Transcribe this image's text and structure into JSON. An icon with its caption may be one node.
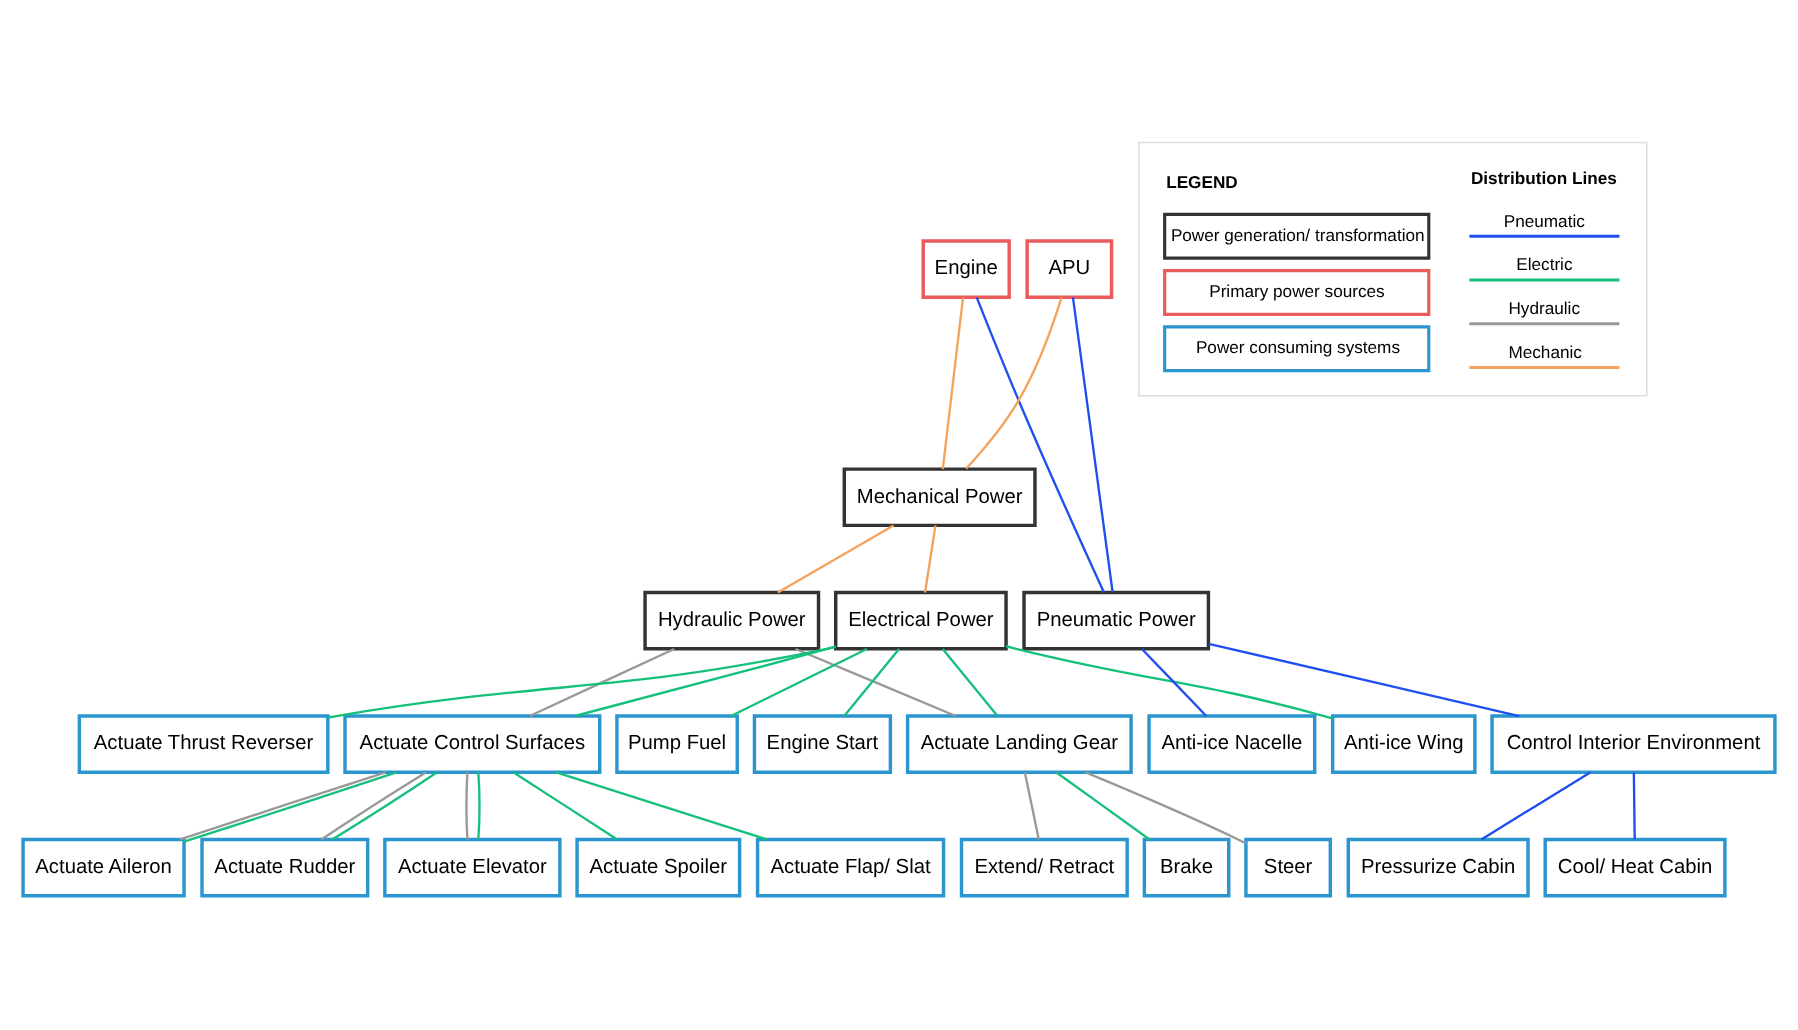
{
  "diagram": {
    "nodes": [
      {
        "text": [
          "Engine"
        ]
      },
      {
        "text": [
          "APU"
        ]
      },
      {
        "text": [
          "Mechanical Power"
        ]
      },
      {
        "text": [
          "Hydraulic Power"
        ]
      },
      {
        "text": [
          "Electrical Power"
        ]
      },
      {
        "text": [
          "Pneumatic Power"
        ]
      },
      {
        "text": [
          "Actuate Thrust Reverser"
        ]
      },
      {
        "text": [
          "Actuate Control Surfaces"
        ]
      },
      {
        "text": [
          "Pump Fuel"
        ]
      },
      {
        "text": [
          "Engine Start"
        ]
      },
      {
        "text": [
          "Actuate Landing Gear"
        ]
      },
      {
        "text": [
          "Anti-ice Nacelle"
        ]
      },
      {
        "text": [
          "Anti-ice Wing"
        ]
      },
      {
        "text": [
          "Control Interior Environment"
        ]
      },
      {
        "text": [
          "Actuate Aileron"
        ]
      },
      {
        "text": [
          "Actuate Rudder"
        ]
      },
      {
        "text": [
          "Actuate Elevator"
        ]
      },
      {
        "text": [
          "Actuate Spoiler"
        ]
      },
      {
        "text": [
          "Actuate Flap/ Slat"
        ]
      },
      {
        "text": [
          "Extend/ Retract"
        ]
      },
      {
        "text": [
          "Brake"
        ]
      },
      {
        "text": [
          "Steer"
        ]
      },
      {
        "text": [
          "Pressurize Cabin"
        ]
      },
      {
        "text": [
          "Cool/ Heat Cabin"
        ]
      }
    ],
    "edges": [
      {
        "from": 0,
        "to": 2,
        "arrow": "none",
        "color": "#f5a35a"
      },
      {
        "from": 1,
        "to": 2,
        "arrow": "none",
        "color": "#f5a35a"
      },
      {
        "from": 0,
        "to": 5,
        "arrow": "none",
        "color": "#1f4fef"
      },
      {
        "from": 1,
        "to": 5,
        "arrow": "none",
        "color": "#1f4fef"
      },
      {
        "from": 2,
        "to": 3,
        "arrow": "none",
        "color": "#f5a35a"
      },
      {
        "from": 2,
        "to": 4,
        "arrow": "none",
        "color": "#f5a35a"
      },
      {
        "from": 3,
        "to": 7,
        "arrow": "none",
        "color": "#999999"
      },
      {
        "from": 3,
        "to": 10,
        "arrow": "none",
        "color": "#999999"
      },
      {
        "from": 4,
        "to": 6,
        "arrow": "none"
      },
      {
        "from": 4,
        "to": 7,
        "arrow": "none"
      },
      {
        "from": 4,
        "to": 8,
        "arrow": "none"
      },
      {
        "from": 4,
        "to": 9,
        "arrow": "none"
      },
      {
        "from": 4,
        "to": 10,
        "arrow": "none"
      },
      {
        "from": 4,
        "to": 12,
        "arrow": "none"
      },
      {
        "from": 5,
        "to": 11,
        "arrow": "none",
        "color": "#1f4fef"
      },
      {
        "from": 5,
        "to": 13,
        "arrow": "none",
        "color": "#1f4fef"
      },
      {
        "from": 7,
        "to": 14,
        "arrow": "none",
        "color": "#999999"
      },
      {
        "from": 7,
        "to": 14,
        "arrow": "none"
      },
      {
        "from": 7,
        "to": 15,
        "arrow": "none",
        "color": "#999999"
      },
      {
        "from": 7,
        "to": 15,
        "arrow": "none"
      },
      {
        "from": 7,
        "to": 16,
        "arrow": "none",
        "color": "#999999"
      },
      {
        "from": 7,
        "to": 16,
        "arrow": "none"
      },
      {
        "from": 7,
        "to": 17,
        "arrow": "none"
      },
      {
        "from": 7,
        "to": 18,
        "arrow": "none"
      },
      {
        "from": 10,
        "to": 19,
        "arrow": "none",
        "color": "#999999"
      },
      {
        "from": 10,
        "to": 20,
        "arrow": "none"
      },
      {
        "from": 10,
        "to": 21,
        "arrow": "none",
        "color": "#999999"
      },
      {
        "from": 13,
        "to": 22,
        "arrow": "none",
        "color": "#1f4fef"
      },
      {
        "from": 13,
        "to": 23,
        "arrow": "none",
        "color": "#1f4fef"
      }
    ],
    "labels": [
      "LEGEND",
      "Distribution Lines"
    ],
    "legend": [
      {
        "text": "Power generation/ transformation"
      },
      {
        "text": "Primary power sources"
      },
      {
        "text": "Power consuming systems"
      },
      {
        "text": "Pneumatic"
      },
      {
        "text": "Electric"
      },
      {
        "text": "Hydraulic"
      },
      {
        "text": "Mechanic"
      }
    ]
  }
}
